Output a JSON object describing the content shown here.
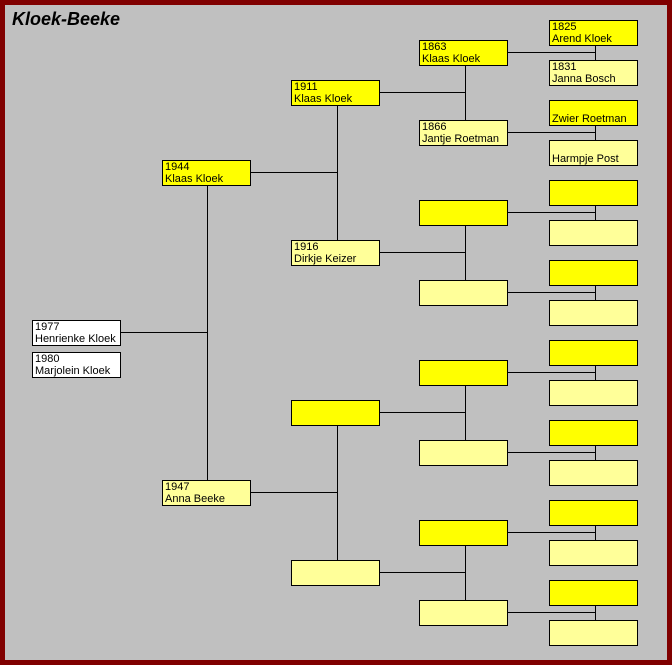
{
  "title": "Kloek-Beeke",
  "colors": {
    "frame": "#800000",
    "background": "#c0c0c0",
    "father": "#ffff00",
    "mother": "#ffff99",
    "child": "#ffffff"
  },
  "children": [
    {
      "year": "1977",
      "name": "Henrienke Kloek"
    },
    {
      "year": "1980",
      "name": "Marjolein Kloek"
    }
  ],
  "generations": [
    [
      {
        "year": "1944",
        "name": "Klaas Kloek"
      },
      {
        "year": "1947",
        "name": "Anna Beeke"
      }
    ],
    [
      {
        "year": "1911",
        "name": "Klaas Kloek"
      },
      {
        "year": "1916",
        "name": "Dirkje Keizer"
      },
      {
        "year": "",
        "name": ""
      },
      {
        "year": "",
        "name": ""
      }
    ],
    [
      {
        "year": "1863",
        "name": "Klaas Kloek"
      },
      {
        "year": "1866",
        "name": "Jantje Roetman"
      },
      {
        "year": "",
        "name": ""
      },
      {
        "year": "",
        "name": ""
      },
      {
        "year": "",
        "name": ""
      },
      {
        "year": "",
        "name": ""
      },
      {
        "year": "",
        "name": ""
      },
      {
        "year": "",
        "name": ""
      }
    ],
    [
      {
        "year": "1825",
        "name": "Arend Kloek"
      },
      {
        "year": "1831",
        "name": "Janna Bosch"
      },
      {
        "year": "",
        "name": "Zwier Roetman"
      },
      {
        "year": "",
        "name": "Harmpje Post"
      },
      {
        "year": "",
        "name": ""
      },
      {
        "year": "",
        "name": ""
      },
      {
        "year": "",
        "name": ""
      },
      {
        "year": "",
        "name": ""
      },
      {
        "year": "",
        "name": ""
      },
      {
        "year": "",
        "name": ""
      },
      {
        "year": "",
        "name": ""
      },
      {
        "year": "",
        "name": ""
      },
      {
        "year": "",
        "name": ""
      },
      {
        "year": "",
        "name": ""
      },
      {
        "year": "",
        "name": ""
      },
      {
        "year": "",
        "name": ""
      }
    ]
  ]
}
